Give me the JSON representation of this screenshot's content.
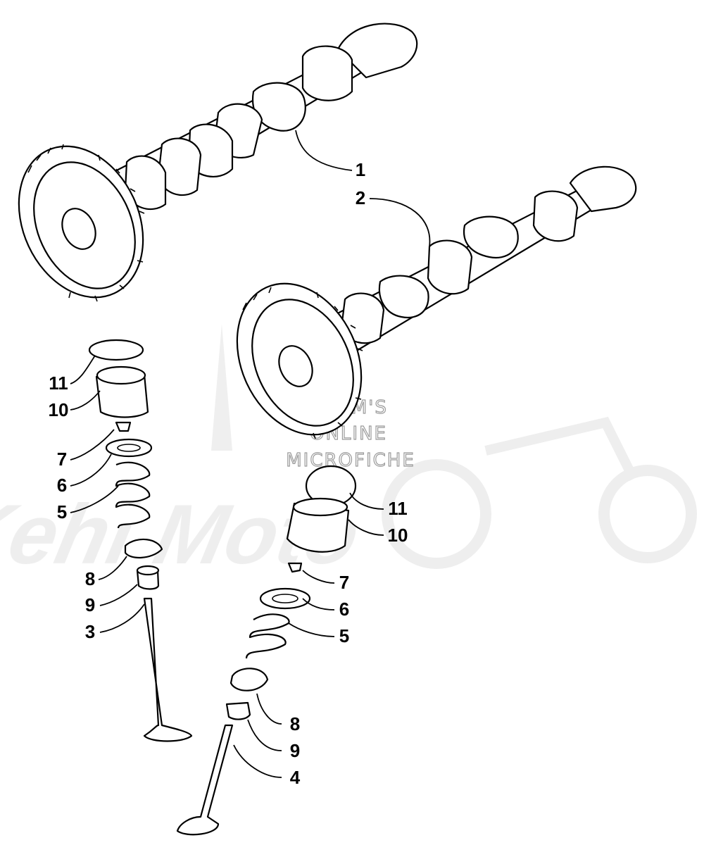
{
  "watermark": {
    "lines": [
      "HISM'S",
      "ONLINE",
      "MICROFICHE"
    ],
    "brand": "Kehl Moto"
  },
  "callouts": [
    {
      "id": "1",
      "label": "1"
    },
    {
      "id": "2",
      "label": "2"
    },
    {
      "id": "11a",
      "label": "11"
    },
    {
      "id": "10a",
      "label": "10"
    },
    {
      "id": "7a",
      "label": "7"
    },
    {
      "id": "6a",
      "label": "6"
    },
    {
      "id": "5a",
      "label": "5"
    },
    {
      "id": "8a",
      "label": "8"
    },
    {
      "id": "9a",
      "label": "9"
    },
    {
      "id": "3",
      "label": "3"
    },
    {
      "id": "11b",
      "label": "11"
    },
    {
      "id": "10b",
      "label": "10"
    },
    {
      "id": "7b",
      "label": "7"
    },
    {
      "id": "6b",
      "label": "6"
    },
    {
      "id": "5b",
      "label": "5"
    },
    {
      "id": "8b",
      "label": "8"
    },
    {
      "id": "9b",
      "label": "9"
    },
    {
      "id": "4",
      "label": "4"
    }
  ]
}
